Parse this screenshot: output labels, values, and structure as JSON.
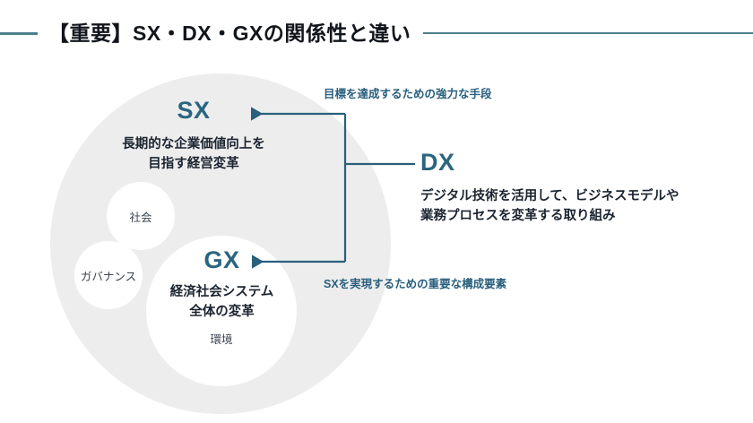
{
  "header": {
    "title": "【重要】SX・DX・GXの関係性と違い",
    "rule_color": "#4b7f8c"
  },
  "theme": {
    "accent": "#2a6580",
    "annotation_color": "#2a5f7d",
    "connector_color": "#2a5f7d",
    "big_circle_fill": "#ededed",
    "bubble_fill": "#ffffff",
    "body_text": "#1b2430",
    "background": "#ffffff"
  },
  "diagram": {
    "nodes": [
      {
        "id": "sx",
        "key": "SX",
        "description": "長期的な企業価値向上を\n目指す経営変革",
        "desc_line1": "長期的な企業価値向上を",
        "desc_line2": "目指す経営変革"
      },
      {
        "id": "dx",
        "key": "DX",
        "description": "デジタル技術を活用して、ビジネスモデルや\n業務プロセスを変革する取り組み",
        "desc_line1": "デジタル技術を活用して、ビジネスモデルや",
        "desc_line2": "業務プロセスを変革する取り組み"
      },
      {
        "id": "gx",
        "key": "GX",
        "description": "経済社会システム\n全体の変革",
        "desc_line1": "経済社会システム",
        "desc_line2": "全体の変革"
      }
    ],
    "bubbles": [
      {
        "id": "society",
        "label": "社会"
      },
      {
        "id": "governance",
        "label": "ガバナンス"
      },
      {
        "id": "environment",
        "label": "環境"
      }
    ],
    "connectors": [
      {
        "id": "dx-to-sx",
        "from": "DX",
        "to": "SX",
        "annotation": "目標を達成するための強力な手段"
      },
      {
        "id": "dx-to-gx",
        "from": "DX",
        "to": "GX",
        "annotation": "SXを実現するための重要な構成要素"
      }
    ]
  }
}
